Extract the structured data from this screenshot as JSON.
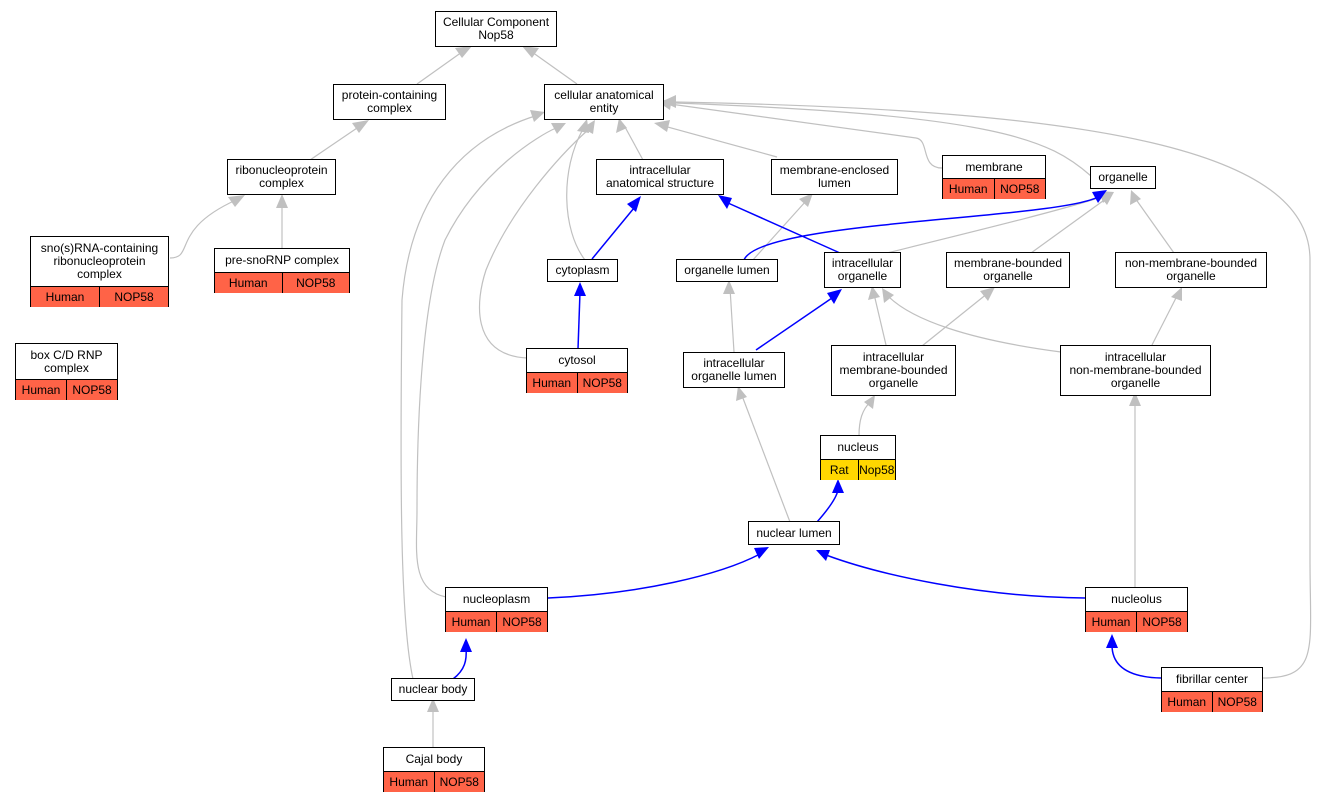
{
  "colors": {
    "human": "#ff6347",
    "rat": "#ffd700",
    "edge_gray": "#c0c0c0",
    "edge_blue": "#0000ff"
  },
  "nodes": {
    "root": {
      "label": "Cellular Component\nNop58"
    },
    "pcc": {
      "label": "protein-containing\ncomplex"
    },
    "cae": {
      "label": "cellular anatomical\nentity"
    },
    "rnp": {
      "label": "ribonucleoprotein\ncomplex"
    },
    "ias": {
      "label": "intracellular\nanatomical structure"
    },
    "mel": {
      "label": "membrane-enclosed\nlumen"
    },
    "membrane": {
      "label": "membrane",
      "species": "Human",
      "gene": "NOP58"
    },
    "organelle": {
      "label": "organelle"
    },
    "snornp": {
      "label": "sno(s)RNA-containing\nribonucleoprotein\ncomplex",
      "species": "Human",
      "gene": "NOP58"
    },
    "presno": {
      "label": "pre-snoRNP complex",
      "species": "Human",
      "gene": "NOP58"
    },
    "cytoplasm": {
      "label": "cytoplasm"
    },
    "ol": {
      "label": "organelle lumen"
    },
    "io": {
      "label": "intracellular\norganelle"
    },
    "mbo": {
      "label": "membrane-bounded\norganelle"
    },
    "nmbo": {
      "label": "non-membrane-bounded\norganelle"
    },
    "boxcd": {
      "label": "box C/D RNP\ncomplex",
      "species": "Human",
      "gene": "NOP58"
    },
    "cytosol": {
      "label": "cytosol",
      "species": "Human",
      "gene": "NOP58"
    },
    "iol": {
      "label": "intracellular\norganelle lumen"
    },
    "imbo": {
      "label": "intracellular\nmembrane-bounded\norganelle"
    },
    "inmbo": {
      "label": "intracellular\nnon-membrane-bounded\norganelle"
    },
    "nucleus": {
      "label": "nucleus",
      "species": "Rat",
      "gene": "Nop58"
    },
    "nl": {
      "label": "nuclear lumen"
    },
    "np": {
      "label": "nucleoplasm",
      "species": "Human",
      "gene": "NOP58"
    },
    "nucleolus": {
      "label": "nucleolus",
      "species": "Human",
      "gene": "NOP58"
    },
    "nb": {
      "label": "nuclear body"
    },
    "fc": {
      "label": "fibrillar center",
      "species": "Human",
      "gene": "NOP58"
    },
    "cajal": {
      "label": "Cajal body",
      "species": "Human",
      "gene": "NOP58"
    }
  }
}
